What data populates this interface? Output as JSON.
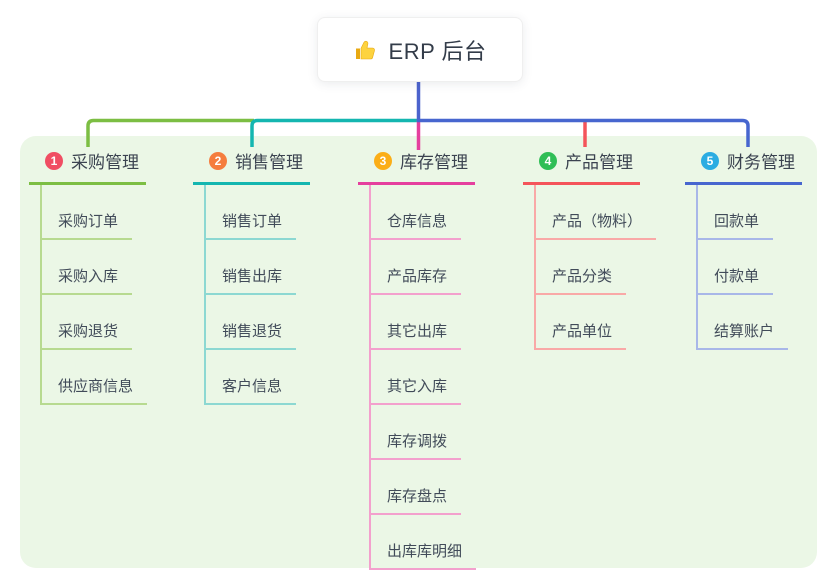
{
  "root": {
    "icon": "thumbs-up-icon",
    "title": "ERP 后台"
  },
  "panel": {
    "background": "#ebf7e6"
  },
  "connectors": {
    "stem_color": "#4c63cd"
  },
  "branches": [
    {
      "number": "1",
      "label": "采购管理",
      "badge_color": "#f04e63",
      "line_color": "#7cbe43",
      "child_line_color": "#b7da90",
      "children": [
        "采购订单",
        "采购入库",
        "采购退货",
        "供应商信息"
      ]
    },
    {
      "number": "2",
      "label": "销售管理",
      "badge_color": "#f57d3e",
      "line_color": "#14b6b0",
      "child_line_color": "#8cd8d2",
      "children": [
        "销售订单",
        "销售出库",
        "销售退货",
        "客户信息"
      ]
    },
    {
      "number": "3",
      "label": "库存管理",
      "badge_color": "#fbae17",
      "line_color": "#e53f9e",
      "child_line_color": "#f3a0cd",
      "children": [
        "仓库信息",
        "产品库存",
        "其它出库",
        "其它入库",
        "库存调拨",
        "库存盘点",
        "出库库明细"
      ]
    },
    {
      "number": "4",
      "label": "产品管理",
      "badge_color": "#2fbe56",
      "line_color": "#f4545a",
      "child_line_color": "#f9a9a7",
      "children": [
        "产品（物料）",
        "产品分类",
        "产品单位"
      ]
    },
    {
      "number": "5",
      "label": "财务管理",
      "badge_color": "#2bace2",
      "line_color": "#4766cf",
      "child_line_color": "#a8b7e8",
      "children": [
        "回款单",
        "付款单",
        "结算账户"
      ]
    }
  ]
}
